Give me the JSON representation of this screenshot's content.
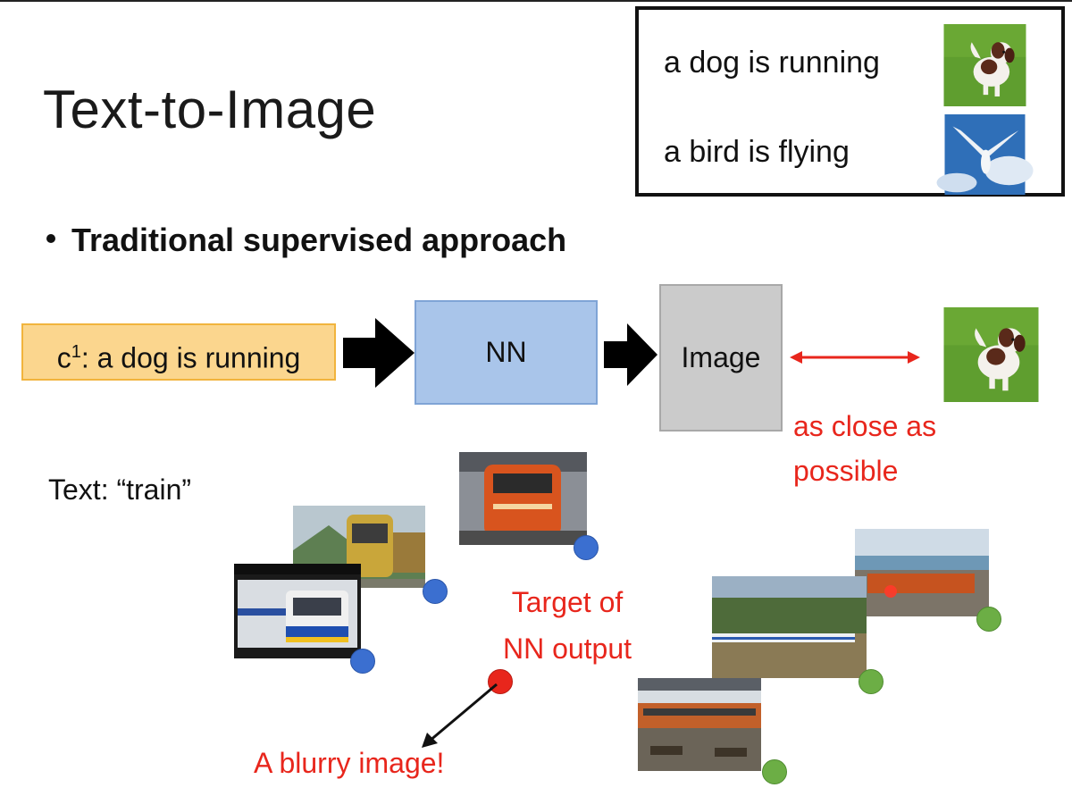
{
  "title": "Text-to-Image",
  "examples": [
    {
      "caption": "a dog is running",
      "image": "dog-running-photo"
    },
    {
      "caption": "a bird is flying",
      "image": "bird-flying-photo"
    }
  ],
  "bullet": "Traditional supervised approach",
  "pipeline": {
    "condition_prefix": "c",
    "condition_sup": "1",
    "condition_text": ": a dog is running",
    "nn_label": "NN",
    "image_label": "Image",
    "compare_note_line1": "as close as",
    "compare_note_line2": "possible"
  },
  "train_example": {
    "text": "Text: “train”",
    "target_line1": "Target of",
    "target_line2": "NN output",
    "blurry": "A blurry image!"
  },
  "colors": {
    "accent_red": "#e8261c",
    "cond_fill": "#fbd68e",
    "nn_fill": "#a9c5ea",
    "image_fill": "#cbcbcb",
    "cluster_blue": "#3b6fd0",
    "cluster_green": "#6cae45"
  }
}
